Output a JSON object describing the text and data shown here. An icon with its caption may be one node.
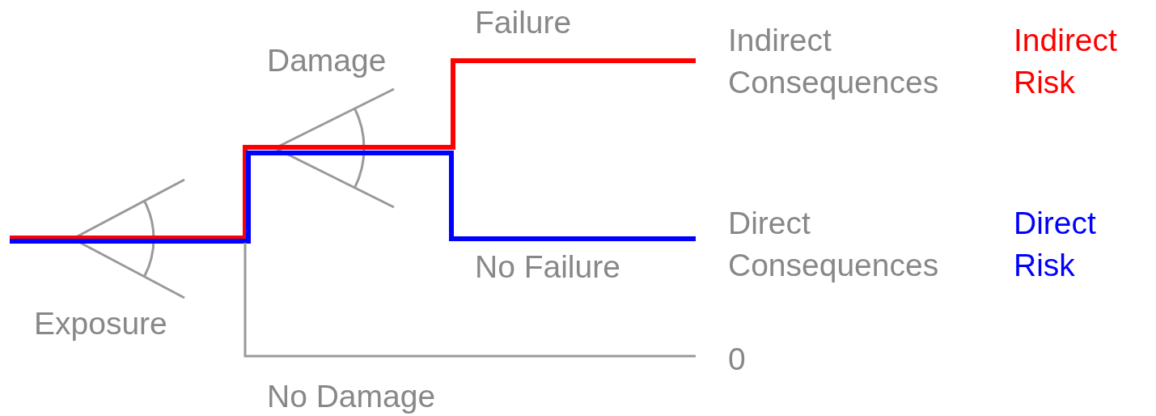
{
  "diagram": {
    "nodes": [
      {
        "text": [
          "Indirect Consequences"
        ],
        "beside": [
          "Indirect Risk"
        ]
      },
      {
        "text": [
          "Direct Consequences"
        ],
        "beside": [
          "Direct Risk"
        ]
      },
      {
        "text": [
          "0"
        ]
      }
    ],
    "edges": [
      {
        "from": null,
        "to": 0,
        "arrow": "none",
        "color": "#ff0000"
      },
      {
        "from": null,
        "to": 1,
        "arrow": "none",
        "color": "#0000ff"
      },
      {
        "from": null,
        "to": 2,
        "arrow": "none",
        "color": "#999999"
      }
    ],
    "labels": [
      "Failure",
      "Damage",
      "Exposure",
      "No Failure",
      "No Damage"
    ]
  }
}
